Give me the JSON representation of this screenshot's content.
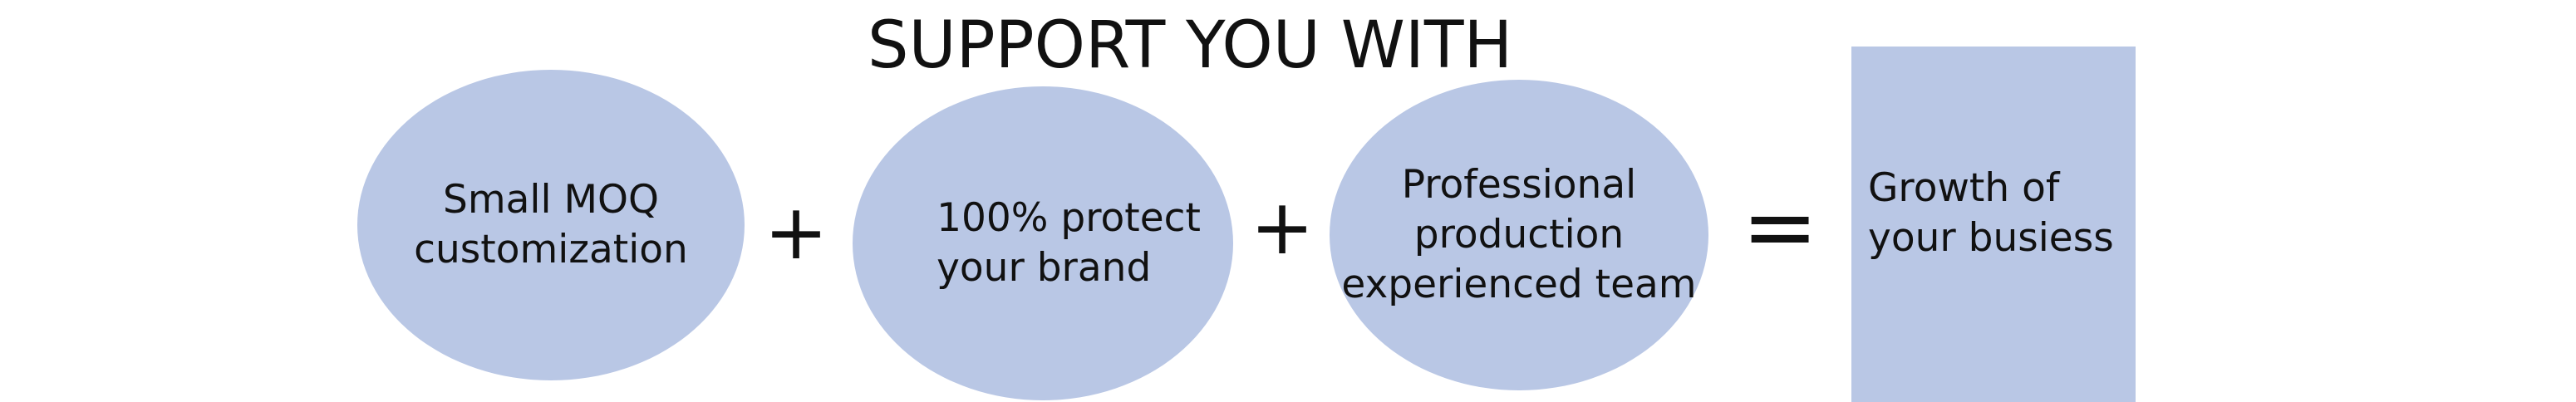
{
  "diagram": {
    "title": "SUPPORT YOU WITH",
    "shape_color": "#b9c7e5",
    "text_color": "#111111",
    "items": [
      {
        "shape": "ellipse",
        "text": "Small MOQ\ncustomization"
      },
      {
        "shape": "ellipse",
        "text": "100% protect\nyour brand"
      },
      {
        "shape": "ellipse",
        "text": "Professional\nproduction\nexperienced team"
      },
      {
        "shape": "rectangle",
        "text": "Growth of\nyour busiess"
      }
    ],
    "operators": [
      "+",
      "+",
      "="
    ]
  }
}
